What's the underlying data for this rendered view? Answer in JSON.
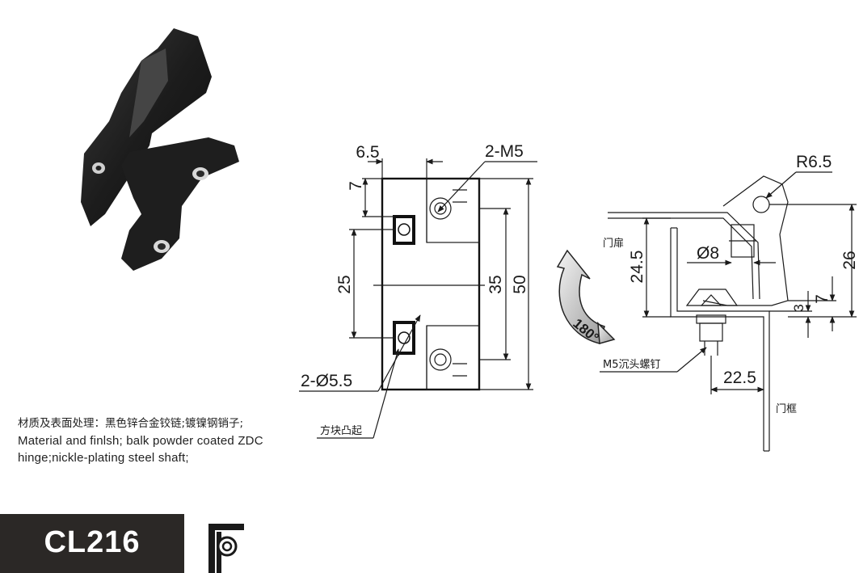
{
  "product": {
    "model": "CL216",
    "material_cn": "材质及表面处理：黑色锌合金铰链;镀镍钢销子;",
    "material_en_1": "Material and finlsh; balk powder coated ZDC",
    "material_en_2": "hinge;nickle-plating steel shaft;"
  },
  "front_view": {
    "dim_top": "6.5",
    "dim_7": "7",
    "dim_25": "25",
    "dim_35": "35",
    "dim_50": "50",
    "label_thread": "2-M5",
    "label_hole": "2-Ø5.5",
    "label_boss": "方块凸起"
  },
  "side_view": {
    "dim_radius": "R6.5",
    "dim_24_5": "24.5",
    "dim_dia8": "Ø8",
    "dim_26": "26",
    "dim_7": "7",
    "dim_3": "3",
    "dim_22_5": "22.5",
    "label_door": "门扉",
    "label_frame": "门框",
    "label_screw": "M5沉头螺钉",
    "rotation": "180°"
  },
  "colors": {
    "ink": "#1a1a1a",
    "model_bg": "#2b2826",
    "model_text": "#ffffff"
  }
}
